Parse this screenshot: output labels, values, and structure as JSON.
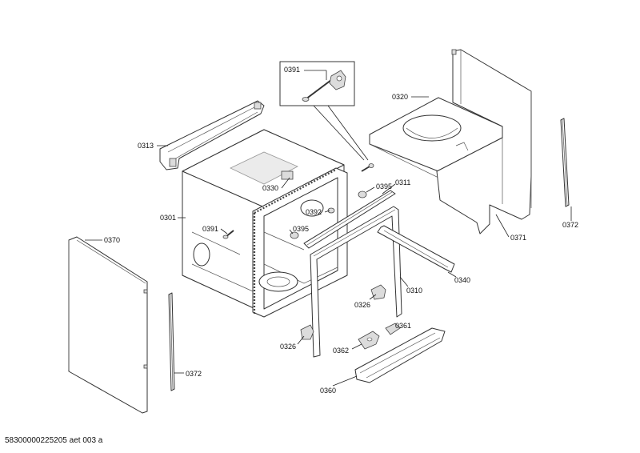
{
  "document_id": "58300000225205 aet 003 a",
  "callouts": {
    "c0391_inset": "0391",
    "c0320": "0320",
    "c0313": "0313",
    "c0395a": "0395",
    "c0330": "0330",
    "c0311": "0311",
    "c0392": "0392",
    "c0301": "0301",
    "c0391": "0391",
    "c0395b": "0395",
    "c0371": "0371",
    "c0372a": "0372",
    "c0370": "0370",
    "c0340": "0340",
    "c0310": "0310",
    "c0326a": "0326",
    "c0361": "0361",
    "c0326b": "0326",
    "c0362": "0362",
    "c0372b": "0372",
    "c0360": "0360"
  }
}
